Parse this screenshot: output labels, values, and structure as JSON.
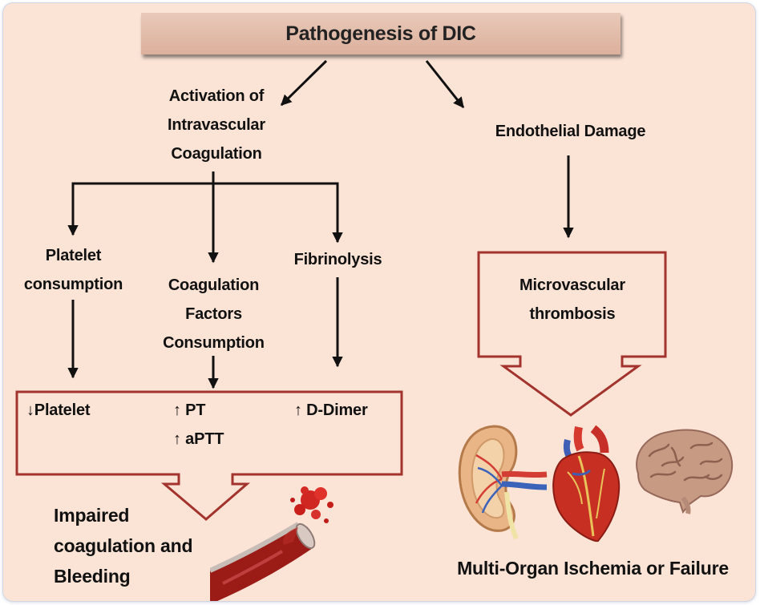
{
  "title": "Pathogenesis of DIC",
  "nodes": {
    "activation": "Activation of\nIntravascular\nCoagulation",
    "endothelial": "Endothelial Damage",
    "platelet_consumption": "Platelet\nconsumption",
    "coag_factors": "Coagulation\nFactors\nConsumption",
    "fibrinolysis": "Fibrinolysis",
    "microvascular": "Microvascular\nthrombosis",
    "impaired": "Impaired\ncoagulation and\nBleeding",
    "multi_organ": "Multi-Organ Ischemia or Failure"
  },
  "lab_findings": {
    "platelet": "↓Platelet",
    "pt": "↑ PT",
    "aptt": "↑ aPTT",
    "d_dimer": "↑ D-Dimer"
  },
  "illustrations": [
    "kidney-image",
    "heart-image",
    "brain-image",
    "bleeding-vessel-image"
  ],
  "colors": {
    "background": "#fbe3d6",
    "title_box": "#dfb6a2",
    "box_border": "#a3332d",
    "arrow": "#111111"
  }
}
